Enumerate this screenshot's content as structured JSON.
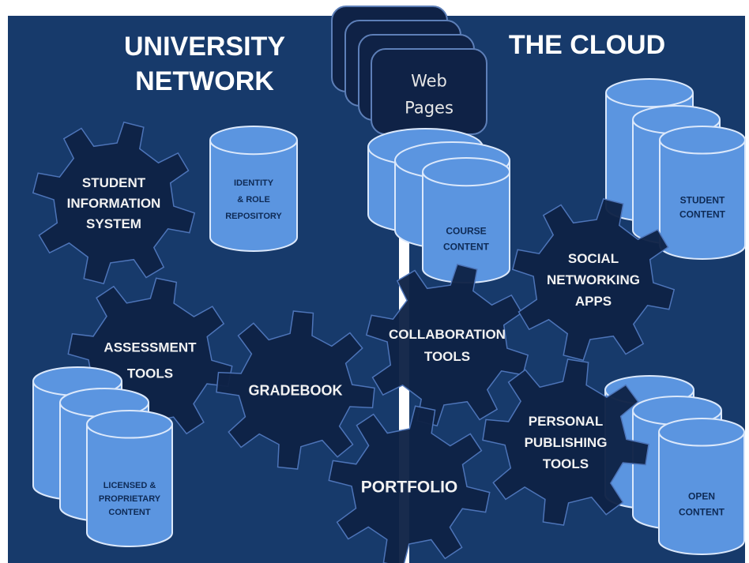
{
  "colors": {
    "background": "#ffffff",
    "panel": "#173a6b",
    "gear": "#0f2246",
    "gear_stroke": "#4d74b8",
    "db_fill": "#5b95e0",
    "db_stroke": "#dbe8fb",
    "db_text": "#0e2a55",
    "page_fill": "#0f2246"
  },
  "panels": {
    "left_title": [
      "UNIVERSITY",
      "NETWORK"
    ],
    "right_title": [
      "THE CLOUD"
    ]
  },
  "web_pages": {
    "label": [
      "Web",
      "Pages"
    ]
  },
  "gears": [
    {
      "id": "student-information-system",
      "label": [
        "STUDENT",
        "INFORMATION",
        "SYSTEM"
      ]
    },
    {
      "id": "assessment-tools",
      "label": [
        "ASSESSMENT",
        "TOOLS"
      ]
    },
    {
      "id": "gradebook",
      "label": [
        "GRADEBOOK"
      ]
    },
    {
      "id": "collaboration-tools",
      "label": [
        "COLLABORATION",
        "TOOLS"
      ]
    },
    {
      "id": "portfolio",
      "label": [
        "PORTFOLIO"
      ]
    },
    {
      "id": "social-networking-apps",
      "label": [
        "SOCIAL",
        "NETWORKING",
        "APPS"
      ]
    },
    {
      "id": "personal-publishing-tools",
      "label": [
        "PERSONAL",
        "PUBLISHING",
        "TOOLS"
      ]
    }
  ],
  "databases": [
    {
      "id": "identity-role-repository",
      "label": [
        "IDENTITY",
        "& ROLE",
        "REPOSITORY"
      ]
    },
    {
      "id": "course-content",
      "label": [
        "COURSE",
        "CONTENT"
      ]
    },
    {
      "id": "student-content",
      "label": [
        "STUDENT",
        "CONTENT"
      ]
    },
    {
      "id": "licensed-proprietary-content",
      "label": [
        "LICENSED &",
        "PROPRIETARY",
        "CONTENT"
      ]
    },
    {
      "id": "open-content",
      "label": [
        "OPEN",
        "CONTENT"
      ]
    }
  ]
}
